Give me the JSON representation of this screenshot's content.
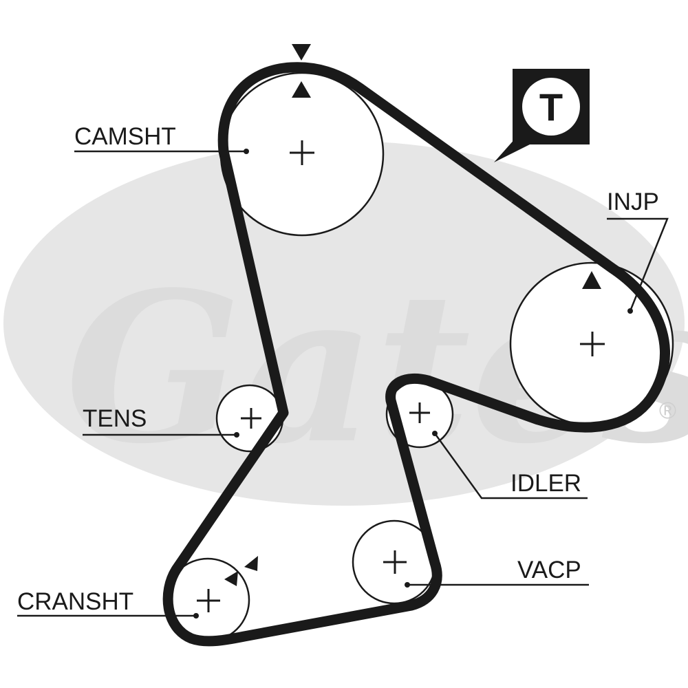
{
  "watermark": {
    "brand": "Gates",
    "registered": "®"
  },
  "badge": {
    "letter": "T"
  },
  "labels": {
    "camshaft": "CAMSHT",
    "injection_pump": "INJP",
    "tensioner": "TENS",
    "idler": "IDLER",
    "crankshaft": "CRANSHT",
    "vacuum_pump": "VACP"
  }
}
